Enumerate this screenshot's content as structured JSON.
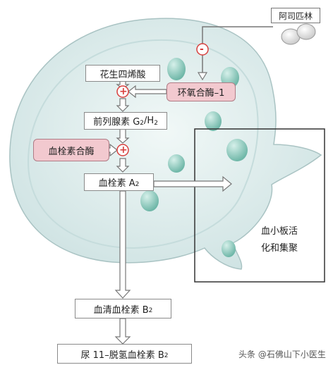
{
  "aspirin": "阿司匹林",
  "arachidonic_acid": "花生四烯酸",
  "cox1": "环氧合酶–1",
  "pgg_h": {
    "main": "前列腺素 G",
    "sub1": "2",
    "slash": "/H",
    "sub2": "2"
  },
  "txa_synthase": "血栓素合酶",
  "txa2": {
    "main": "血栓素 A",
    "sub": "2"
  },
  "platelet": {
    "line1": "血小板活",
    "line2": "化和集聚"
  },
  "serum_txb2": {
    "main": "血清血栓素 B",
    "sub": "2"
  },
  "urine_txb2": {
    "main": "尿 11–脱氢血栓素 B",
    "sub": "2"
  },
  "symbols": {
    "inhibit": "-",
    "stimulate": "+"
  },
  "watermark": "头条 @石佛山下小医生",
  "colors": {
    "cell": "#e2efef",
    "enzyme": "#f2c9cf",
    "symbol": "#d8403e",
    "nucleus": "#9ecfc5"
  }
}
